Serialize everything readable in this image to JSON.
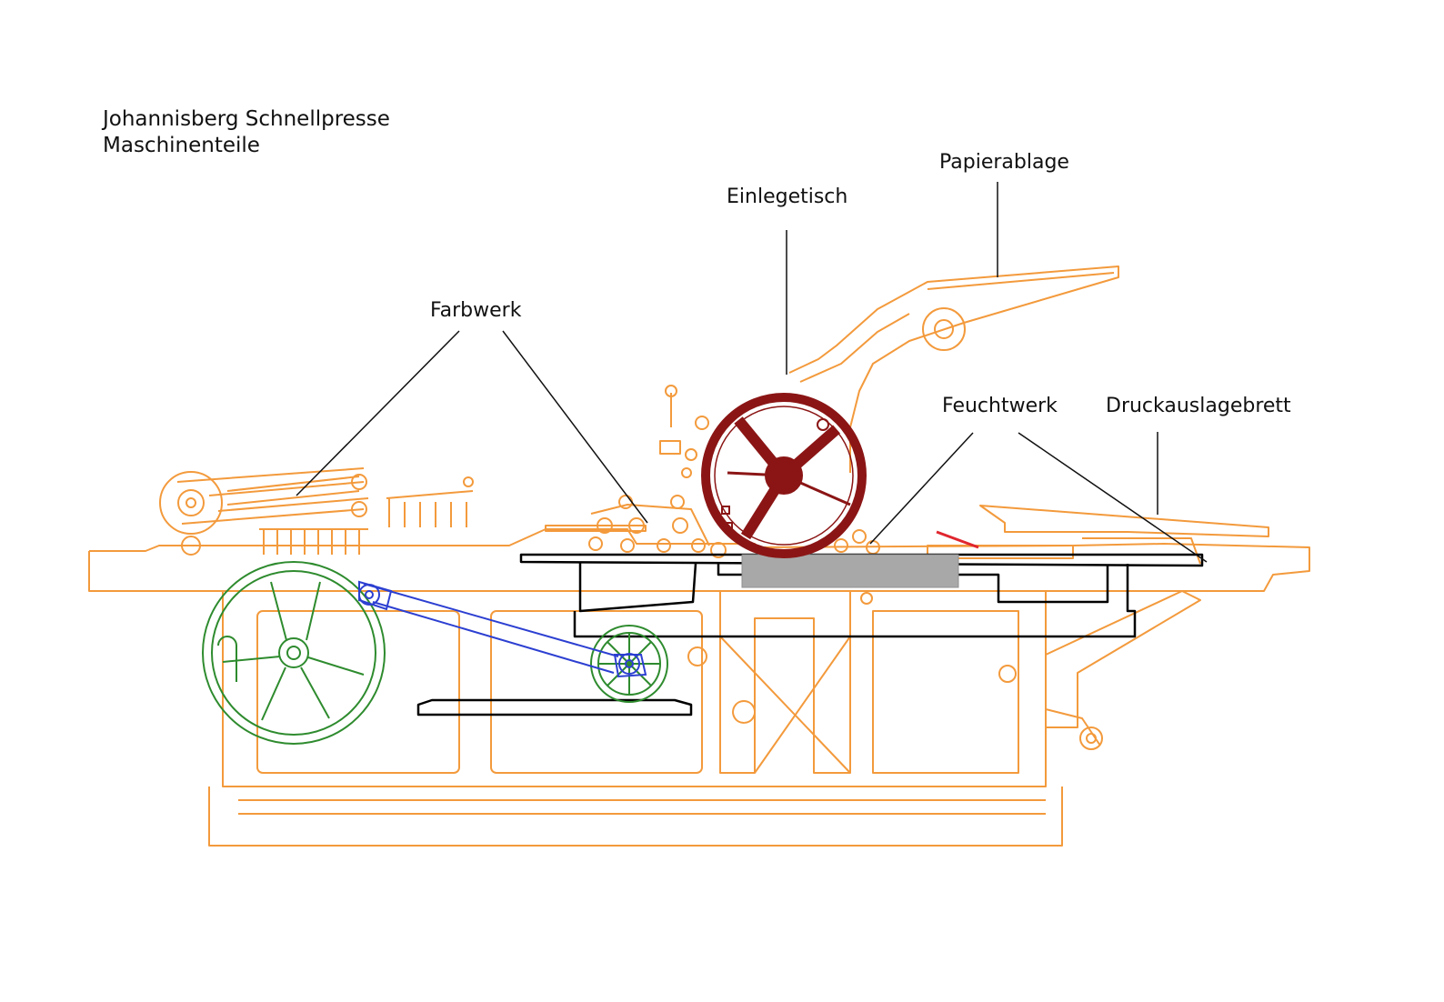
{
  "title": {
    "line1": "Johannisberg Schnellpresse",
    "line2": "Maschinenteile"
  },
  "labels": {
    "farbwerk": "Farbwerk",
    "einlegetisch": "Einlegetisch",
    "papierablage": "Papierablage",
    "feuchtwerk": "Feuchtwerk",
    "druckauslagebrett": "Druckauslagebrett"
  },
  "colors": {
    "frame": "#f39a3c",
    "cylinder": "#8b1515",
    "flywheel": "#2e8b2e",
    "connecting_rod": "#2c3fd1",
    "carriage": "#000000",
    "forme": "#a8a8a8",
    "marker": "#e0262e",
    "leader": "#111111"
  }
}
